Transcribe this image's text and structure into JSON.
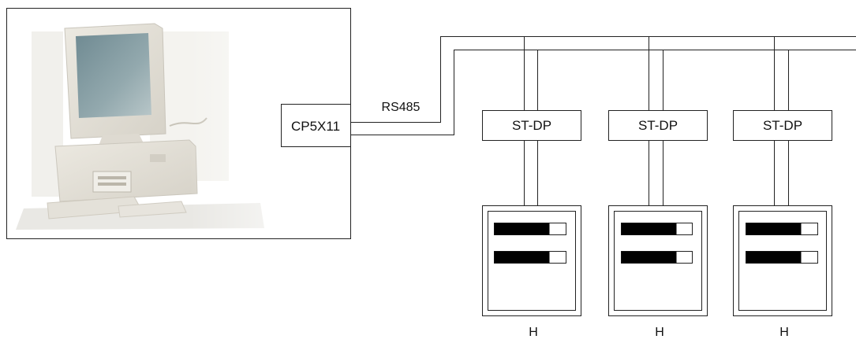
{
  "host": {
    "card_label": "CP5X11",
    "picture": "desktop-computer-with-crt-monitor"
  },
  "bus": {
    "label": "RS485"
  },
  "stations": [
    {
      "module_label": "ST-DP",
      "cabinet_label": "H"
    },
    {
      "module_label": "ST-DP",
      "cabinet_label": "H"
    },
    {
      "module_label": "ST-DP",
      "cabinet_label": "H"
    }
  ]
}
